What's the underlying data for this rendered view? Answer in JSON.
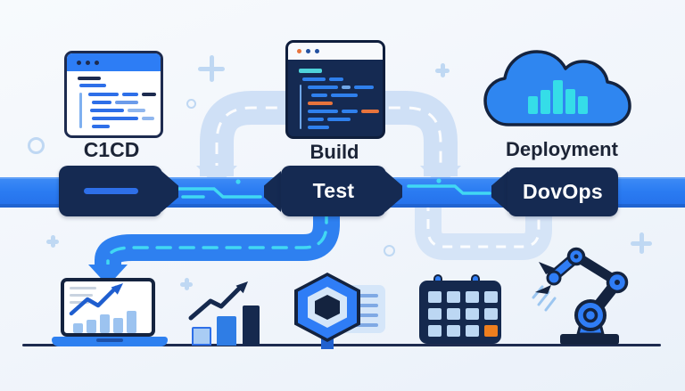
{
  "illustration": {
    "title_theme": "CI/CD pipeline illustration",
    "stages": [
      {
        "label": "C1CD",
        "icon": "browser-code-window-icon"
      },
      {
        "label": "Build",
        "icon": "code-editor-window-icon"
      },
      {
        "label": "Deployment",
        "icon": "cloud-bar-chart-icon"
      }
    ],
    "pipeline_badges": [
      {
        "label": "",
        "name": "pipeline-segment-blank"
      },
      {
        "label": "Test",
        "name": "pipeline-segment-test"
      },
      {
        "label": "DovOps",
        "name": "pipeline-segment-devops"
      }
    ],
    "bottom_icons": [
      "laptop-analytics-icon",
      "growth-bar-chart-icon",
      "hexagon-nut-panel-icon",
      "calendar-icon",
      "robot-arm-icon"
    ],
    "colors": {
      "band_blue": "#2b7cf2",
      "navy": "#152a52",
      "cyan": "#41d8f3",
      "pale_blue": "#cfe0f6",
      "orange": "#e8743c",
      "background": "#f3f6fb"
    }
  }
}
